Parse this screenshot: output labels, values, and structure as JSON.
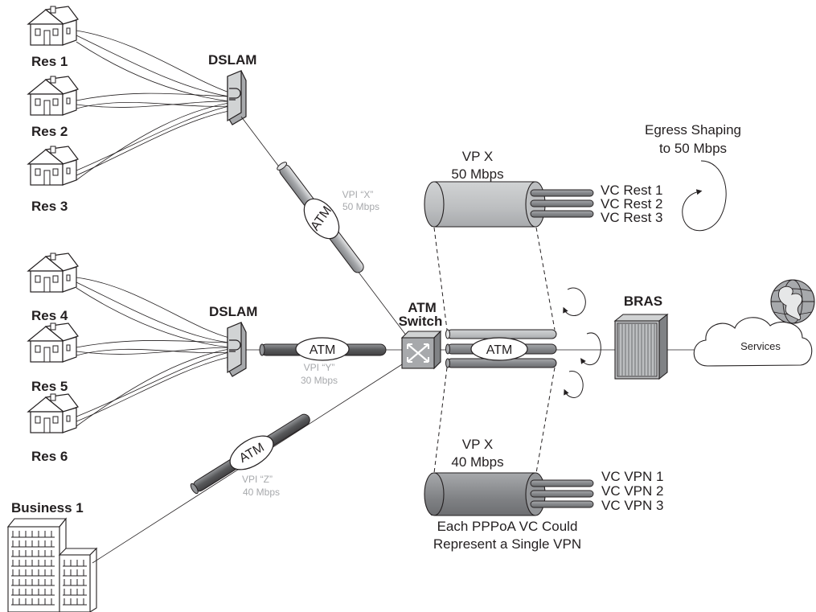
{
  "labels": {
    "res1": "Res 1",
    "res2": "Res 2",
    "res3": "Res 3",
    "res4": "Res 4",
    "res5": "Res 5",
    "res6": "Res 6",
    "business1": "Business 1",
    "dslam_top": "DSLAM",
    "dslam_mid": "DSLAM",
    "atm_switch_line1": "ATM",
    "atm_switch_line2": "Switch",
    "bras": "BRAS",
    "services": "Services",
    "atm": "ATM",
    "vpi_x_line1": "VPI “X”",
    "vpi_x_line2": "50 Mbps",
    "vpi_y_line1": "VPI “Y”",
    "vpi_y_line2": "30 Mbps",
    "vpi_z_line1": "VPI “Z”",
    "vpi_z_line2": "40 Mbps",
    "vp_top_line1": "VP X",
    "vp_top_line2": "50 Mbps",
    "vp_bottom_line1": "VP X",
    "vp_bottom_line2": "40 Mbps",
    "vc_rest1": "VC Rest 1",
    "vc_rest2": "VC Rest 2",
    "vc_rest3": "VC Rest 3",
    "vc_vpn1": "VC VPN 1",
    "vc_vpn2": "VC VPN 2",
    "vc_vpn3": "VC VPN 3",
    "egress_line1": "Egress Shaping",
    "egress_line2": "to 50 Mbps",
    "pppoa_line1": "Each PPPoA VC Could",
    "pppoa_line2": "Represent a Single VPN"
  },
  "colors": {
    "ink": "#231f20",
    "pipe_light": "#c7c8ca",
    "pipe_mid": "#9d9fa2",
    "pipe_dark": "#6d6e71",
    "faint_text": "#a7a9ac"
  },
  "icons": [
    "house-icon",
    "office-building-icon",
    "dslam-icon",
    "atm-switch-icon",
    "bras-icon",
    "cloud-icon",
    "globe-icon",
    "rotation-arrow-icon"
  ]
}
